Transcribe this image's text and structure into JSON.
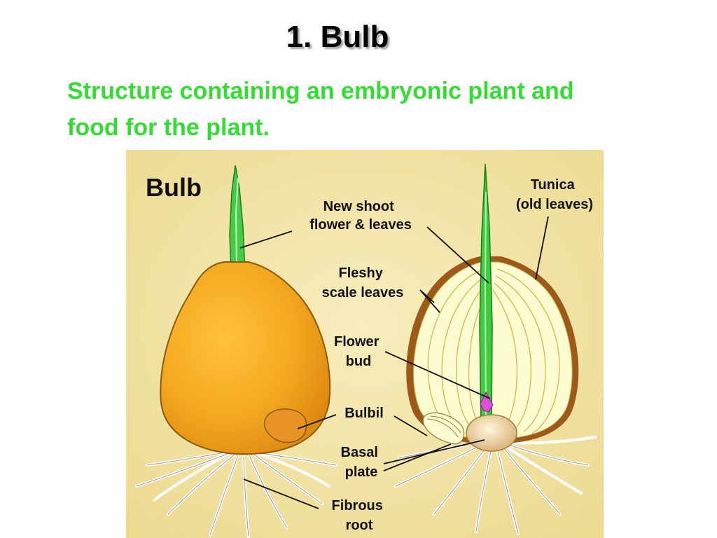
{
  "slide": {
    "title": "1.  Bulb",
    "subtitle_lines": [
      "Structure containing an embryonic plant and",
      "food for the plant."
    ]
  },
  "diagram": {
    "heading": "Bulb",
    "labels": {
      "new_shoot": [
        "New shoot",
        "flower & leaves"
      ],
      "tunica": [
        "Tunica",
        "(old leaves)"
      ],
      "fleshy_scale": [
        "Fleshy",
        "scale leaves"
      ],
      "flower_bud": [
        "Flower",
        "bud"
      ],
      "bulbil": [
        "Bulbil"
      ],
      "basal_plate": [
        "Basal",
        "plate"
      ],
      "fibrous_root": [
        "Fibrous",
        "root"
      ]
    },
    "colors": {
      "background": "#f1e3a6",
      "bulb_outer": "#f3a81f",
      "scale_leaves": "#fdfbd0",
      "shoot": "#3ecc3e",
      "flower_bud": "#e04fd8",
      "tunica": "#9c5a18"
    }
  }
}
